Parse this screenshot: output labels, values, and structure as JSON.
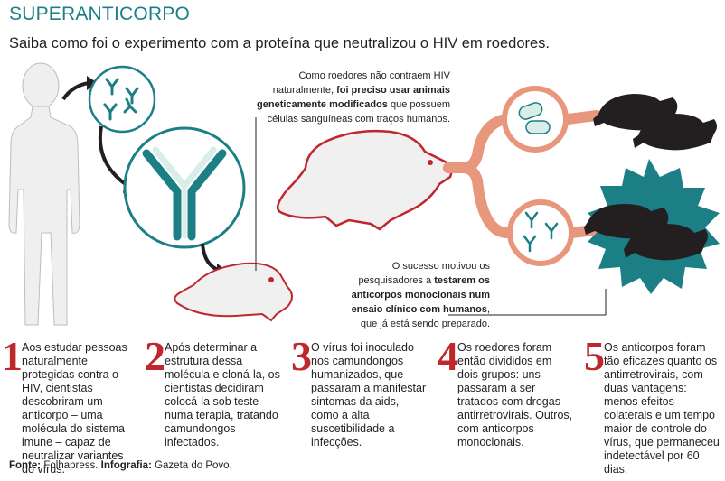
{
  "header": {
    "title": "SUPERANTICORPO",
    "subtitle": "Saiba como foi o experimento com a proteína que neutralizou o HIV em roedores."
  },
  "notes": {
    "top_plain": "Como roedores não contraem HIV naturalmente,",
    "top_bold": "foi preciso usar animais geneticamente modificados",
    "top_end": "que possuem células sanguíneas com traços humanos.",
    "bottom_start": "O sucesso motivou os pesquisadores a",
    "bottom_bold": "testarem os anticorpos monoclonais num ensaio clínico com humanos",
    "bottom_end": ", que já está sendo preparado."
  },
  "steps": [
    {
      "number": "1",
      "text": "Aos estudar pessoas naturalmente protegidas contra o HIV, cientistas descobriram um anticorpo – uma molécula do sistema imune – capaz de neutralizar variantes do vírus."
    },
    {
      "number": "2",
      "text": "Após determinar a estrutura dessa molécula e cloná-la, os cientistas decidiram colocá-la sob teste numa terapia, tratando camundongos infectados."
    },
    {
      "number": "3",
      "text": "O vírus foi inoculado nos camundongos humanizados, que passaram a manifestar sintomas da aids, como a alta suscetibilidade a infecções."
    },
    {
      "number": "4",
      "text": "Os roedores foram então divididos em dois grupos: uns passaram a ser tratados com drogas antirretrovirais. Outros, com anticorpos monoclonais."
    },
    {
      "number": "5",
      "text": "Os anticorpos foram tão eficazes quanto os antirretrovirais, com duas vantagens: menos efeitos colaterais e um tempo maior de controle do vírus, que permaneceu indetectável por 60 dias."
    }
  ],
  "source": {
    "label": "Fonte:",
    "value": "Folhapress.",
    "label2": "Infografia:",
    "value2": "Gazeta do Povo."
  },
  "colors": {
    "teal": "#1d7f86",
    "light_teal": "#d9ede9",
    "salmon": "#e8967c",
    "red": "#c0272d",
    "body_gray": "#ececec",
    "dark": "#231f20"
  }
}
